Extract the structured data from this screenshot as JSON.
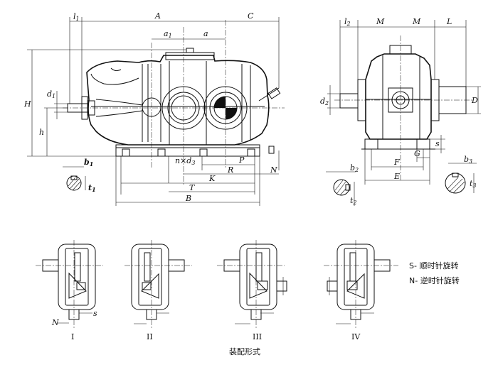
{
  "front_view": {
    "dims": {
      "l1": "l",
      "l1_sub": "1",
      "A": "A",
      "C": "C",
      "a1": "a",
      "a1_sub": "1",
      "a": "a",
      "H": "H",
      "h": "h",
      "d1": "d",
      "d1_sub": "1",
      "nxd3": "n×d",
      "nxd3_sub": "3",
      "P": "P",
      "R": "R",
      "N": "N",
      "K": "K",
      "T": "T",
      "B": "B"
    },
    "key_detail": {
      "b1": "b",
      "b1_sub": "1",
      "t1": "t",
      "t1_sub": "1"
    }
  },
  "side_view": {
    "dims": {
      "l2": "l",
      "l2_sub": "2",
      "M1": "M",
      "M2": "M",
      "L": "L",
      "d2": "d",
      "d2_sub": "2",
      "D": "D",
      "s": "s",
      "G": "G",
      "F": "F",
      "E": "E"
    },
    "key_detail_left": {
      "b2": "b",
      "b2_sub": "2",
      "t2": "t",
      "t2_sub": "2"
    },
    "key_detail_right": {
      "b3": "b",
      "b3_sub": "3",
      "t3": "t",
      "t3_sub": "3"
    }
  },
  "assembly": {
    "forms": [
      {
        "numeral": "I"
      },
      {
        "numeral": "II"
      },
      {
        "numeral": "III"
      },
      {
        "numeral": "IV"
      }
    ],
    "s_label": "s",
    "n_label": "N",
    "legend": [
      {
        "text": "S- 顺时针旋转"
      },
      {
        "text": "N- 逆时针旋转"
      }
    ],
    "caption": "装配形式"
  }
}
